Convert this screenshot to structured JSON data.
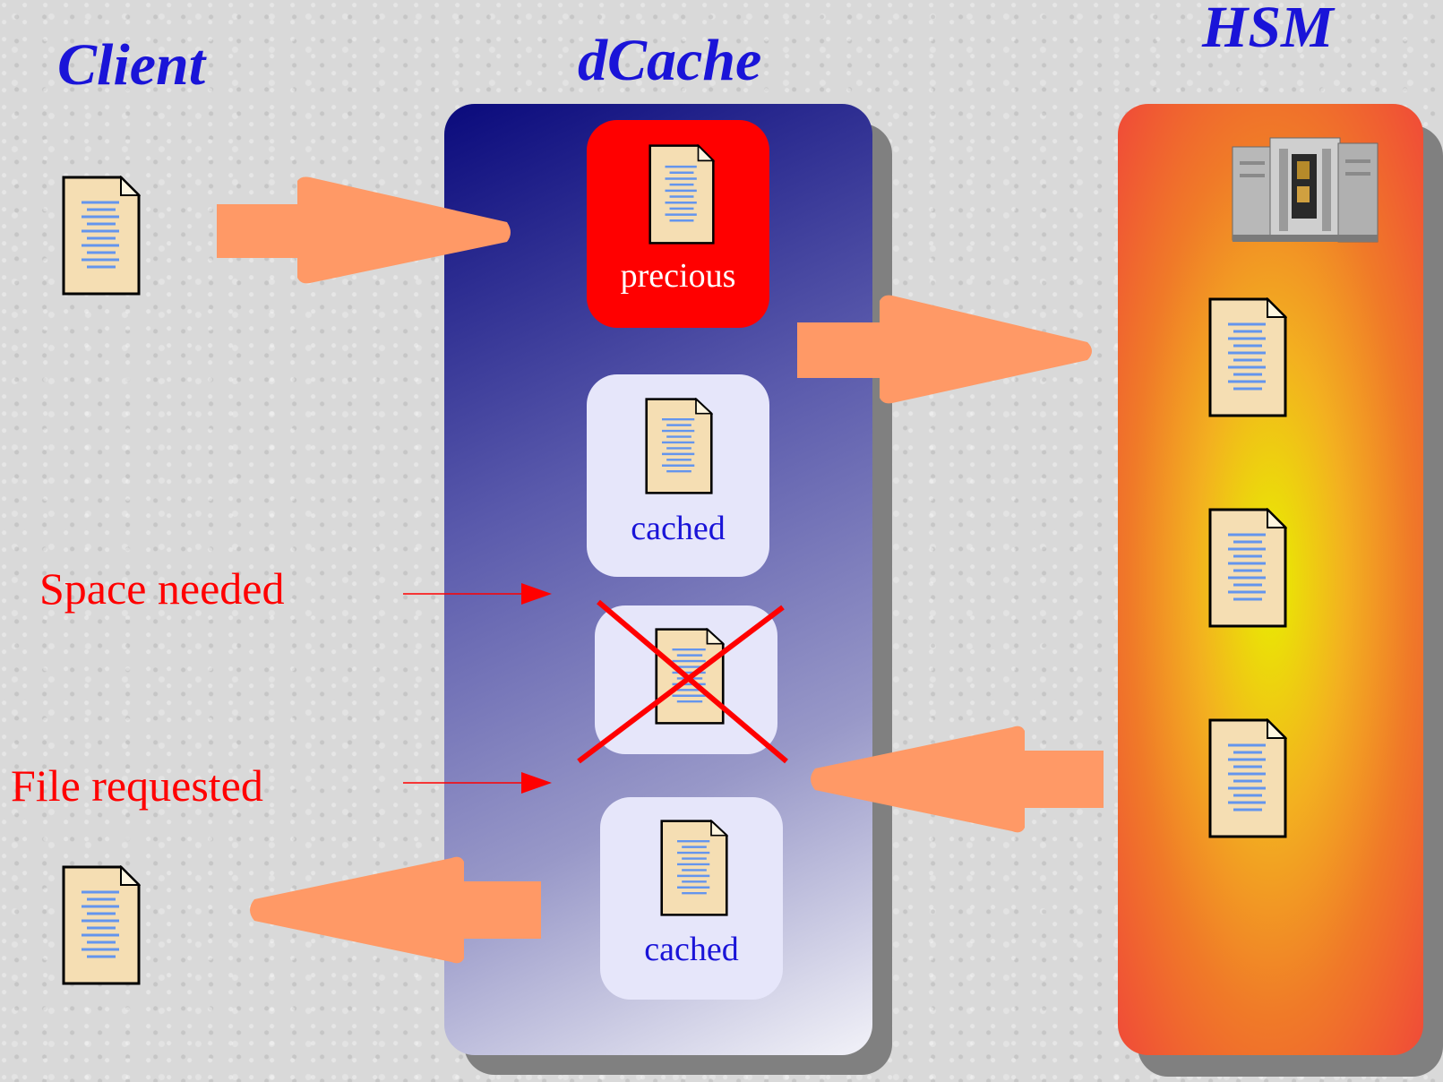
{
  "headings": {
    "client": "Client",
    "dcache": "dCache",
    "hsm": "HSM"
  },
  "dcache": {
    "precious_label": "precious",
    "cached_top_label": "cached",
    "cached_bottom_label": "cached"
  },
  "annotations": {
    "space_needed": "Space needed",
    "file_requested": "File requested"
  },
  "colors": {
    "heading": "#1a14d8",
    "annotation": "#ff0000",
    "arrow": "#ff9966",
    "precious": "#ff0000",
    "cached_box": "#e6e6fa",
    "document": "#f5deb3",
    "document_lines": "#6495ed"
  },
  "icons": {
    "document": "document-icon",
    "tape_library": "tape-library-icon",
    "delete_mark": "delete-cross-icon"
  }
}
